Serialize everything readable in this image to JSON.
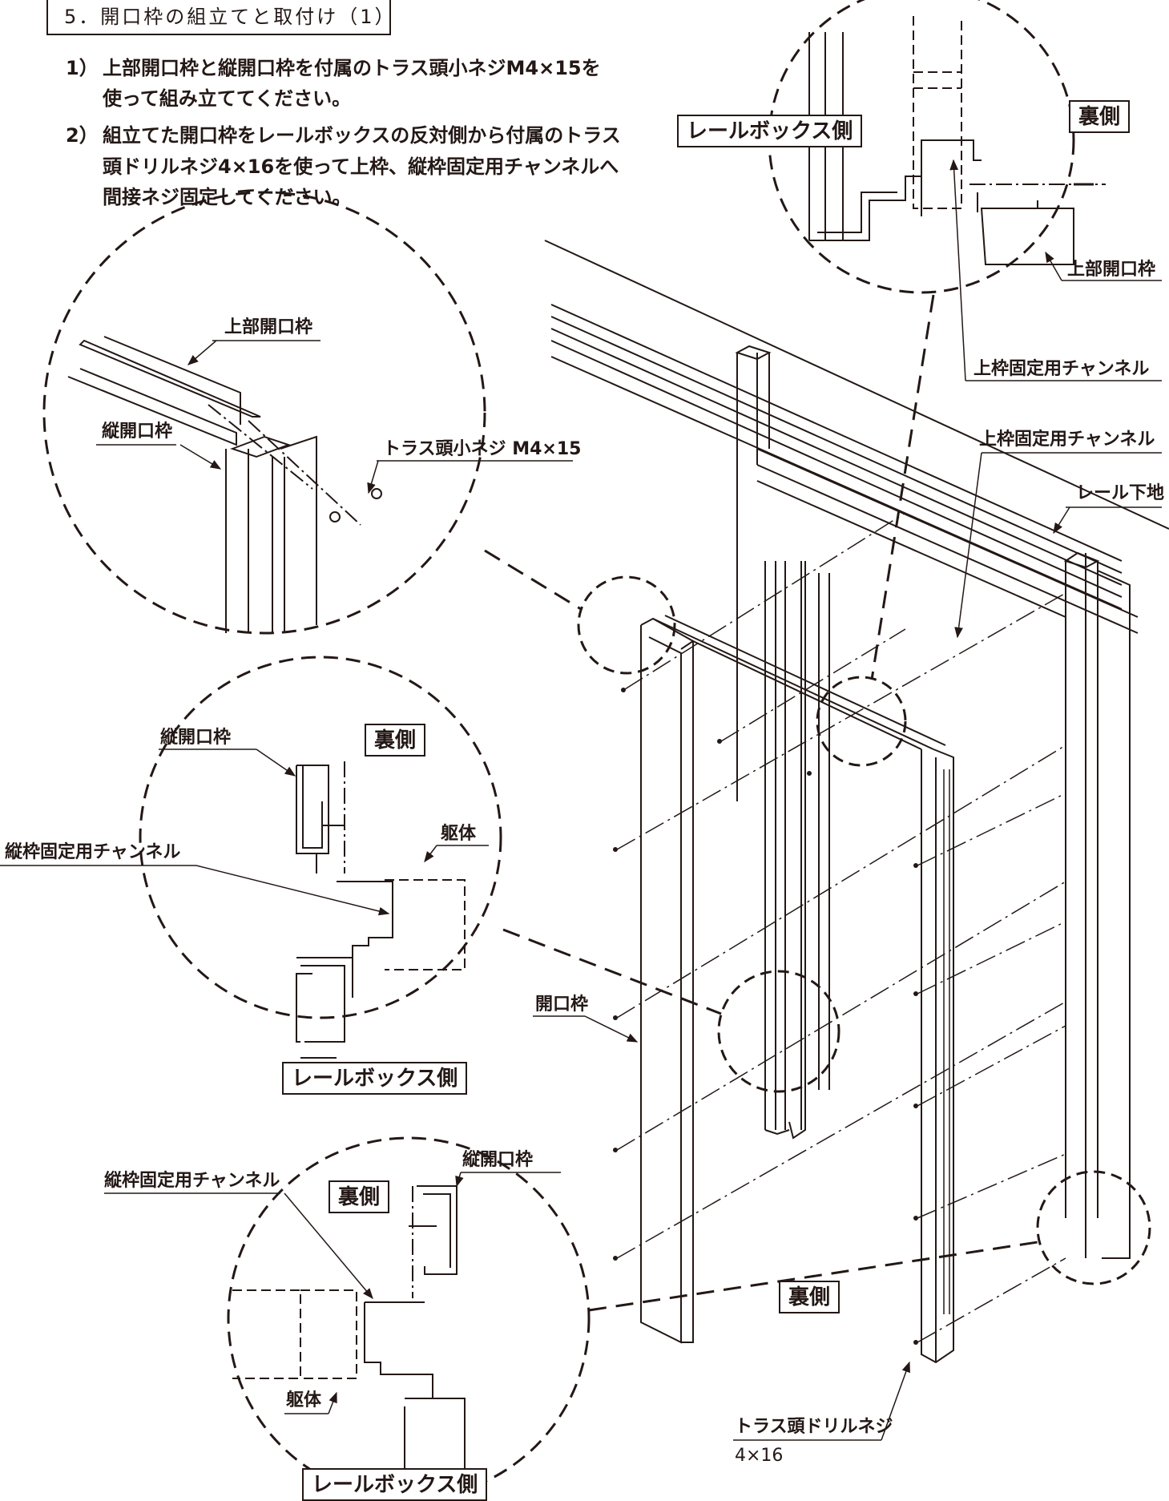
{
  "heading": "5．開口枠の組立てと取付け（1）",
  "steps": [
    {
      "number": "1）",
      "lines": [
        "上部開口枠と縦開口枠を付属のトラス頭小ネジM4×15を",
        "使って組み立ててください。"
      ]
    },
    {
      "number": "2）",
      "lines": [
        "組立てた開口枠をレールボックスの反対側から付属のトラス",
        "頭ドリルネジ4×16を使って上枠、縦枠固定用チャンネルへ",
        "間接ネジ固定してください。"
      ]
    }
  ],
  "labels": {
    "top_frame": "上部開口枠",
    "vertical_frame": "縦開口枠",
    "truss_machine_screw": "トラス頭小ネジ M4×15",
    "rail_box_side": "レールボックス側",
    "back_side": "裏側",
    "top_frame_channel": "上枠固定用チャンネル",
    "rail_base": "レール下地",
    "vertical_frame_channel": "縦枠固定用チャンネル",
    "structure": "躯体",
    "opening_frame": "開口枠",
    "truss_drill_screw": "トラス頭ドリルネジ",
    "truss_drill_screw_size": "4×16"
  }
}
